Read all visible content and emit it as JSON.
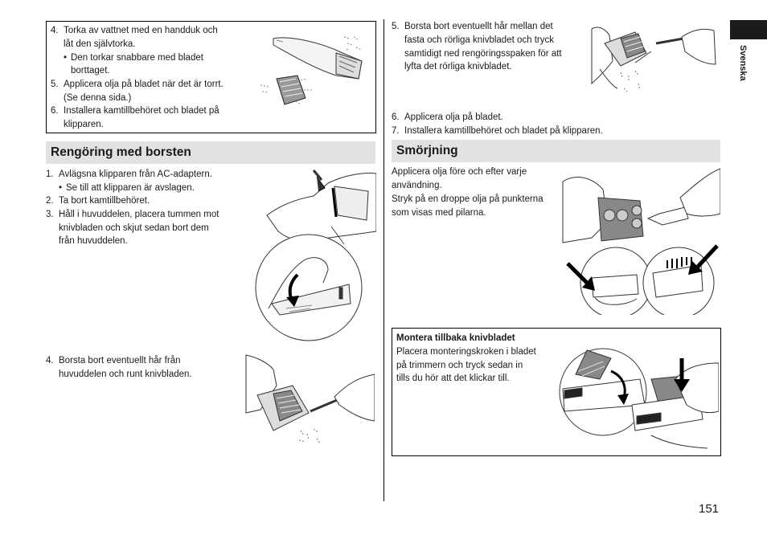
{
  "top_box_left": {
    "item4_num": "4.",
    "item4_line1": "Torka av vattnet med en handduk och",
    "item4_line2": "låt den självtorka.",
    "item4_bullet_line1": "Den torkar snabbare med bladet",
    "item4_bullet_line2": "borttaget.",
    "item5_num": "5.",
    "item5_line1": "Applicera olja på bladet när det är torrt.",
    "item5_line2": "(Se denna sida.)",
    "item6_num": "6.",
    "item6_line1": "Installera kamtillbehöret och bladet på",
    "item6_line2": "klipparen."
  },
  "brush_section": {
    "heading": "Rengöring med borsten",
    "item1_num": "1.",
    "item1_line1": "Avlägsna klipparen från AC-adaptern.",
    "item1_bullet": "Se till att klipparen är avslagen.",
    "item2_num": "2.",
    "item2_line1": "Ta bort kamtillbehöret.",
    "item3_num": "3.",
    "item3_line1": "Håll i huvuddelen, placera tummen mot",
    "item3_line2": "knivbladen och skjut sedan bort dem",
    "item3_line3": "från huvuddelen.",
    "item4_num": "4.",
    "item4_line1": "Borsta bort eventuellt hår från",
    "item4_line2": "huvuddelen och runt knivbladen."
  },
  "right_top": {
    "item5_num": "5.",
    "item5_line1": "Borsta bort eventuellt hår mellan det",
    "item5_line2": "fasta och rörliga knivbladet och tryck",
    "item5_line3": "samtidigt ned rengöringsspaken för att",
    "item5_line4": "lyfta det rörliga knivbladet.",
    "item6_num": "6.",
    "item6_line1": "Applicera olja på bladet.",
    "item7_num": "7.",
    "item7_line1": "Installera kamtillbehöret och bladet på klipparen."
  },
  "oil_section": {
    "heading": "Smörjning",
    "line1": "Applicera olja före och efter varje",
    "line2": "användning.",
    "line3": "Stryk på en droppe olja på punkterna",
    "line4": "som visas med pilarna."
  },
  "reattach_box": {
    "title": "Montera tillbaka knivbladet",
    "line1": "Placera monteringskroken i bladet",
    "line2": "på trimmern och tryck sedan in",
    "line3": "tills du hör att det klickar till."
  },
  "side_tab_label": "Svenska",
  "page_number": "151",
  "icons": [
    "washing-trimmer-illustration",
    "oiling-blade-illustration",
    "thumb-push-blade-illustration",
    "brush-head-illustration",
    "brush-lever-illustration",
    "oil-points-illustration",
    "reattach-blade-illustration"
  ]
}
